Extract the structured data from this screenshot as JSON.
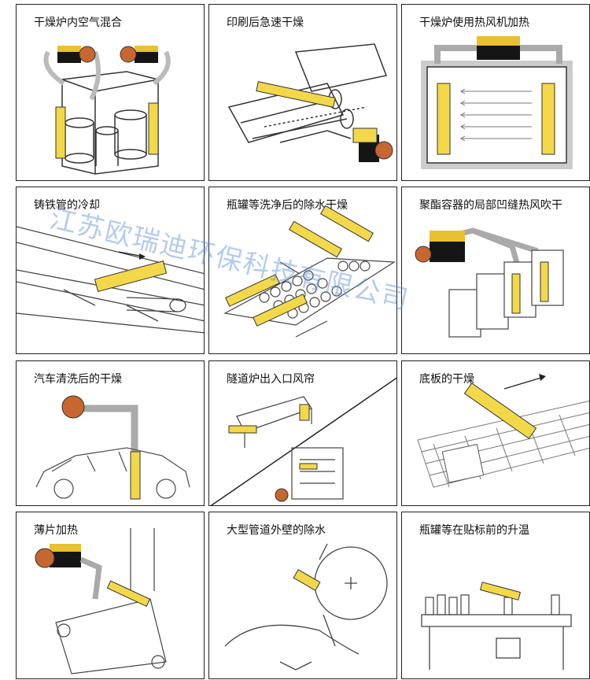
{
  "panels": [
    {
      "title": "干燥炉内空气混合"
    },
    {
      "title": "印刷后急速干燥"
    },
    {
      "title": "干燥炉使用热风机加热"
    },
    {
      "title": "铸铁管的冷却"
    },
    {
      "title": "瓶罐等洗净后的除水干燥"
    },
    {
      "title": "聚酯容器的局部凹缝热风吹干"
    },
    {
      "title": "汽车清洗后的干燥"
    },
    {
      "title": "隧道炉出入口风帘"
    },
    {
      "title": "底板的干燥"
    },
    {
      "title": "薄片加热"
    },
    {
      "title": "大型管道外壁的除水"
    },
    {
      "title": "瓶罐等在贴标前的升温"
    }
  ],
  "watermark": "江苏欧瑞迪环保科技有限公司",
  "colors": {
    "nozzle": "#f3d84a",
    "blower": "#c8662f",
    "motor": "#151515",
    "motor_top": "#e8c030",
    "line": "#333333"
  }
}
